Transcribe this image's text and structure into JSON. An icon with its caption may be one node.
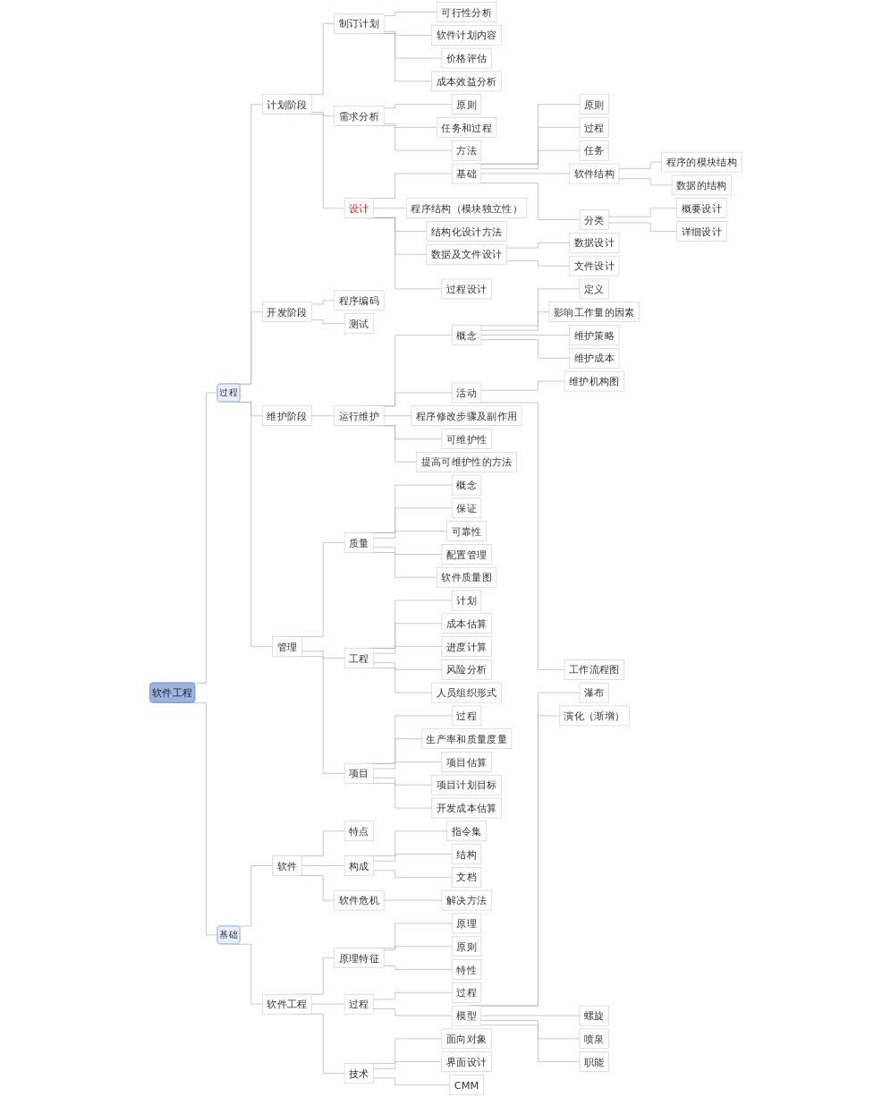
{
  "diagram": {
    "nodes": [
      {
        "text": [
          "软件工程"
        ]
      },
      {
        "text": [
          "过程"
        ]
      },
      {
        "text": [
          "计划阶段"
        ]
      },
      {
        "text": [
          "制订计划"
        ]
      },
      {
        "text": [
          "可行性分析"
        ]
      },
      {
        "text": [
          "软件计划内容"
        ]
      },
      {
        "text": [
          "价格评估"
        ]
      },
      {
        "text": [
          "成本效益分析"
        ]
      },
      {
        "text": [
          "需求分析"
        ]
      },
      {
        "text": [
          "原则"
        ]
      },
      {
        "text": [
          "任务和过程"
        ]
      },
      {
        "text": [
          "方法"
        ]
      },
      {
        "text": [
          "设计"
        ]
      },
      {
        "text": [
          "基础"
        ]
      },
      {
        "text": [
          "原则"
        ]
      },
      {
        "text": [
          "过程"
        ]
      },
      {
        "text": [
          "任务"
        ]
      },
      {
        "text": [
          "软件结构"
        ]
      },
      {
        "text": [
          "程序的模块结构"
        ]
      },
      {
        "text": [
          "数据的结构"
        ]
      },
      {
        "text": [
          "分类"
        ]
      },
      {
        "text": [
          "概要设计"
        ]
      },
      {
        "text": [
          "详细设计"
        ]
      },
      {
        "text": [
          "程序结构（模块独立性）"
        ]
      },
      {
        "text": [
          "结构化设计方法"
        ]
      },
      {
        "text": [
          "数据及文件设计"
        ]
      },
      {
        "text": [
          "数据设计"
        ]
      },
      {
        "text": [
          "文件设计"
        ]
      },
      {
        "text": [
          "过程设计"
        ]
      },
      {
        "text": [
          "开发阶段"
        ]
      },
      {
        "text": [
          "程序编码"
        ]
      },
      {
        "text": [
          "测试"
        ]
      },
      {
        "text": [
          "维护阶段"
        ]
      },
      {
        "text": [
          "运行维护"
        ]
      },
      {
        "text": [
          "概念"
        ]
      },
      {
        "text": [
          "定义"
        ]
      },
      {
        "text": [
          "影响工作量的因素"
        ]
      },
      {
        "text": [
          "维护策略"
        ]
      },
      {
        "text": [
          "维护成本"
        ]
      },
      {
        "text": [
          "活动"
        ]
      },
      {
        "text": [
          "维护机构图"
        ]
      },
      {
        "text": [
          "工作流程图"
        ]
      },
      {
        "text": [
          "程序修改步骤及副作用"
        ]
      },
      {
        "text": [
          "可维护性"
        ]
      },
      {
        "text": [
          "提高可维护性的方法"
        ]
      },
      {
        "text": [
          "管理"
        ]
      },
      {
        "text": [
          "质量"
        ]
      },
      {
        "text": [
          "概念"
        ]
      },
      {
        "text": [
          "保证"
        ]
      },
      {
        "text": [
          "可靠性"
        ]
      },
      {
        "text": [
          "配置管理"
        ]
      },
      {
        "text": [
          "软件质量图"
        ]
      },
      {
        "text": [
          "工程"
        ]
      },
      {
        "text": [
          "计划"
        ]
      },
      {
        "text": [
          "成本估算"
        ]
      },
      {
        "text": [
          "进度计算"
        ]
      },
      {
        "text": [
          "风险分析"
        ]
      },
      {
        "text": [
          "人员组织形式"
        ]
      },
      {
        "text": [
          "项目"
        ]
      },
      {
        "text": [
          "过程"
        ]
      },
      {
        "text": [
          "生产率和质量度量"
        ]
      },
      {
        "text": [
          "项目估算"
        ]
      },
      {
        "text": [
          "项目计划目标"
        ]
      },
      {
        "text": [
          "开发成本估算"
        ]
      },
      {
        "text": [
          "基础"
        ]
      },
      {
        "text": [
          "软件"
        ]
      },
      {
        "text": [
          "特点"
        ]
      },
      {
        "text": [
          "构成"
        ]
      },
      {
        "text": [
          "指令集"
        ]
      },
      {
        "text": [
          "结构"
        ]
      },
      {
        "text": [
          "文档"
        ]
      },
      {
        "text": [
          "软件危机"
        ]
      },
      {
        "text": [
          "解决方法"
        ]
      },
      {
        "text": [
          "软件工程"
        ]
      },
      {
        "text": [
          "原理特征"
        ]
      },
      {
        "text": [
          "原理"
        ]
      },
      {
        "text": [
          "原则"
        ]
      },
      {
        "text": [
          "特性"
        ]
      },
      {
        "text": [
          "过程"
        ]
      },
      {
        "text": [
          "过程"
        ]
      },
      {
        "text": [
          "模型"
        ]
      },
      {
        "text": [
          "瀑布"
        ]
      },
      {
        "text": [
          "演化（渐增）"
        ]
      },
      {
        "text": [
          "螺旋"
        ]
      },
      {
        "text": [
          "喷泉"
        ]
      },
      {
        "text": [
          "职能"
        ]
      },
      {
        "text": [
          "技术"
        ]
      },
      {
        "text": [
          "面向对象"
        ]
      },
      {
        "text": [
          "界面设计"
        ]
      },
      {
        "text": [
          "CMM"
        ]
      }
    ],
    "edges": [
      {
        "from": 0,
        "to": 1,
        "arrow": "none"
      },
      {
        "from": 1,
        "to": 2,
        "arrow": "none"
      },
      {
        "from": 2,
        "to": 3,
        "arrow": "none"
      },
      {
        "from": 3,
        "to": 4,
        "arrow": "none"
      },
      {
        "from": 3,
        "to": 5,
        "arrow": "none"
      },
      {
        "from": 3,
        "to": 6,
        "arrow": "none"
      },
      {
        "from": 3,
        "to": 7,
        "arrow": "none"
      },
      {
        "from": 2,
        "to": 8,
        "arrow": "none"
      },
      {
        "from": 8,
        "to": 9,
        "arrow": "none"
      },
      {
        "from": 8,
        "to": 10,
        "arrow": "none"
      },
      {
        "from": 8,
        "to": 11,
        "arrow": "none"
      },
      {
        "from": 2,
        "to": 12,
        "arrow": "none"
      },
      {
        "from": 12,
        "to": 13,
        "arrow": "none"
      },
      {
        "from": 13,
        "to": 14,
        "arrow": "none"
      },
      {
        "from": 13,
        "to": 15,
        "arrow": "none"
      },
      {
        "from": 13,
        "to": 16,
        "arrow": "none"
      },
      {
        "from": 13,
        "to": 17,
        "arrow": "none"
      },
      {
        "from": 17,
        "to": 18,
        "arrow": "none"
      },
      {
        "from": 17,
        "to": 19,
        "arrow": "none"
      },
      {
        "from": 13,
        "to": 20,
        "arrow": "none"
      },
      {
        "from": 20,
        "to": 21,
        "arrow": "none"
      },
      {
        "from": 20,
        "to": 22,
        "arrow": "none"
      },
      {
        "from": 12,
        "to": 23,
        "arrow": "none"
      },
      {
        "from": 12,
        "to": 24,
        "arrow": "none"
      },
      {
        "from": 12,
        "to": 25,
        "arrow": "none"
      },
      {
        "from": 25,
        "to": 26,
        "arrow": "none"
      },
      {
        "from": 25,
        "to": 27,
        "arrow": "none"
      },
      {
        "from": 12,
        "to": 28,
        "arrow": "none"
      },
      {
        "from": 1,
        "to": 29,
        "arrow": "none"
      },
      {
        "from": 29,
        "to": 30,
        "arrow": "none"
      },
      {
        "from": 29,
        "to": 31,
        "arrow": "none"
      },
      {
        "from": 1,
        "to": 32,
        "arrow": "none"
      },
      {
        "from": 32,
        "to": 33,
        "arrow": "none"
      },
      {
        "from": 33,
        "to": 34,
        "arrow": "none"
      },
      {
        "from": 34,
        "to": 35,
        "arrow": "none"
      },
      {
        "from": 34,
        "to": 36,
        "arrow": "none"
      },
      {
        "from": 34,
        "to": 37,
        "arrow": "none"
      },
      {
        "from": 34,
        "to": 38,
        "arrow": "none"
      },
      {
        "from": 33,
        "to": 39,
        "arrow": "none"
      },
      {
        "from": 39,
        "to": 40,
        "arrow": "none"
      },
      {
        "from": 39,
        "to": 41,
        "arrow": "none"
      },
      {
        "from": 33,
        "to": 42,
        "arrow": "none"
      },
      {
        "from": 33,
        "to": 43,
        "arrow": "none"
      },
      {
        "from": 33,
        "to": 44,
        "arrow": "none"
      },
      {
        "from": 1,
        "to": 45,
        "arrow": "none"
      },
      {
        "from": 45,
        "to": 46,
        "arrow": "none"
      },
      {
        "from": 46,
        "to": 47,
        "arrow": "none"
      },
      {
        "from": 46,
        "to": 48,
        "arrow": "none"
      },
      {
        "from": 46,
        "to": 49,
        "arrow": "none"
      },
      {
        "from": 46,
        "to": 50,
        "arrow": "none"
      },
      {
        "from": 46,
        "to": 51,
        "arrow": "none"
      },
      {
        "from": 45,
        "to": 52,
        "arrow": "none"
      },
      {
        "from": 52,
        "to": 53,
        "arrow": "none"
      },
      {
        "from": 52,
        "to": 54,
        "arrow": "none"
      },
      {
        "from": 52,
        "to": 55,
        "arrow": "none"
      },
      {
        "from": 52,
        "to": 56,
        "arrow": "none"
      },
      {
        "from": 52,
        "to": 57,
        "arrow": "none"
      },
      {
        "from": 45,
        "to": 58,
        "arrow": "none"
      },
      {
        "from": 58,
        "to": 59,
        "arrow": "none"
      },
      {
        "from": 58,
        "to": 60,
        "arrow": "none"
      },
      {
        "from": 58,
        "to": 61,
        "arrow": "none"
      },
      {
        "from": 58,
        "to": 62,
        "arrow": "none"
      },
      {
        "from": 58,
        "to": 63,
        "arrow": "none"
      },
      {
        "from": 0,
        "to": 64,
        "arrow": "none"
      },
      {
        "from": 64,
        "to": 65,
        "arrow": "none"
      },
      {
        "from": 65,
        "to": 66,
        "arrow": "none"
      },
      {
        "from": 65,
        "to": 67,
        "arrow": "none"
      },
      {
        "from": 67,
        "to": 68,
        "arrow": "none"
      },
      {
        "from": 67,
        "to": 69,
        "arrow": "none"
      },
      {
        "from": 67,
        "to": 70,
        "arrow": "none"
      },
      {
        "from": 65,
        "to": 71,
        "arrow": "none"
      },
      {
        "from": 71,
        "to": 72,
        "arrow": "none"
      },
      {
        "from": 64,
        "to": 73,
        "arrow": "none"
      },
      {
        "from": 73,
        "to": 74,
        "arrow": "none"
      },
      {
        "from": 74,
        "to": 75,
        "arrow": "none"
      },
      {
        "from": 74,
        "to": 76,
        "arrow": "none"
      },
      {
        "from": 74,
        "to": 77,
        "arrow": "none"
      },
      {
        "from": 73,
        "to": 78,
        "arrow": "none"
      },
      {
        "from": 78,
        "to": 79,
        "arrow": "none"
      },
      {
        "from": 78,
        "to": 80,
        "arrow": "none"
      },
      {
        "from": 80,
        "to": 81,
        "arrow": "none"
      },
      {
        "from": 80,
        "to": 82,
        "arrow": "none"
      },
      {
        "from": 80,
        "to": 83,
        "arrow": "none"
      },
      {
        "from": 80,
        "to": 84,
        "arrow": "none"
      },
      {
        "from": 80,
        "to": 85,
        "arrow": "none"
      },
      {
        "from": 73,
        "to": 86,
        "arrow": "none"
      },
      {
        "from": 86,
        "to": 87,
        "arrow": "none"
      },
      {
        "from": 86,
        "to": 88,
        "arrow": "none"
      },
      {
        "from": 86,
        "to": 89,
        "arrow": "none"
      }
    ]
  }
}
